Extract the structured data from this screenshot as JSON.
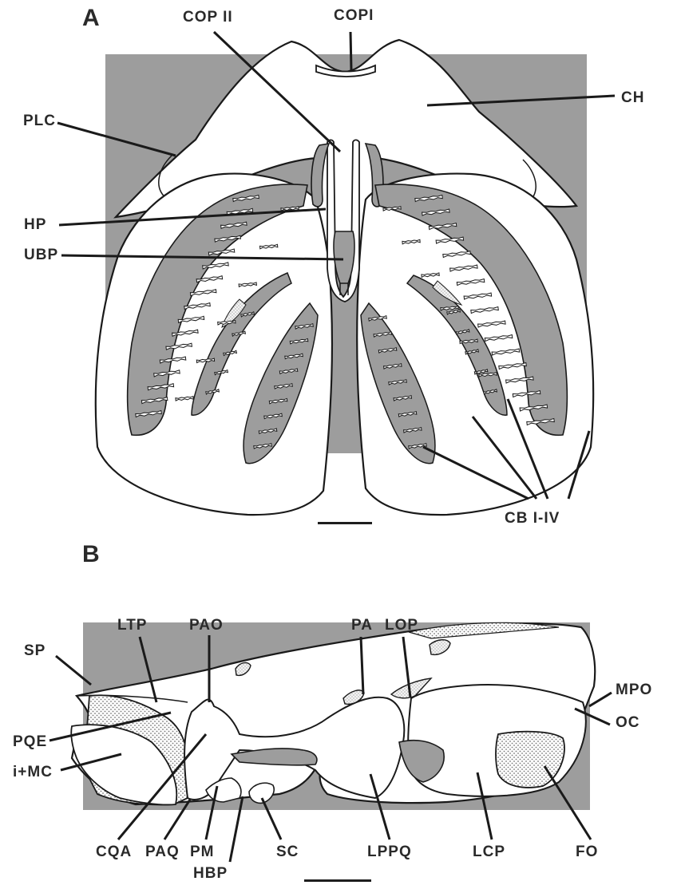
{
  "figure": {
    "panel_a": {
      "letter": "A",
      "labels": {
        "cop2": "COP II",
        "cop1": "COPI",
        "ch": "CH",
        "plc": "PLC",
        "hp": "HP",
        "ubp": "UBP",
        "cb": "CB I-IV"
      }
    },
    "panel_b": {
      "letter": "B",
      "labels": {
        "ltp": "LTP",
        "pao": "PAO",
        "pa": "PA",
        "lop": "LOP",
        "sp": "SP",
        "mpo": "MPO",
        "oc": "OC",
        "pqe": "PQE",
        "imc": "i+MC",
        "cqa": "CQA",
        "paq": "PAQ",
        "pm": "PM",
        "hbp": "HBP",
        "sc": "SC",
        "lppq": "LPPQ",
        "lcp": "LCP",
        "fo": "FO"
      }
    }
  }
}
